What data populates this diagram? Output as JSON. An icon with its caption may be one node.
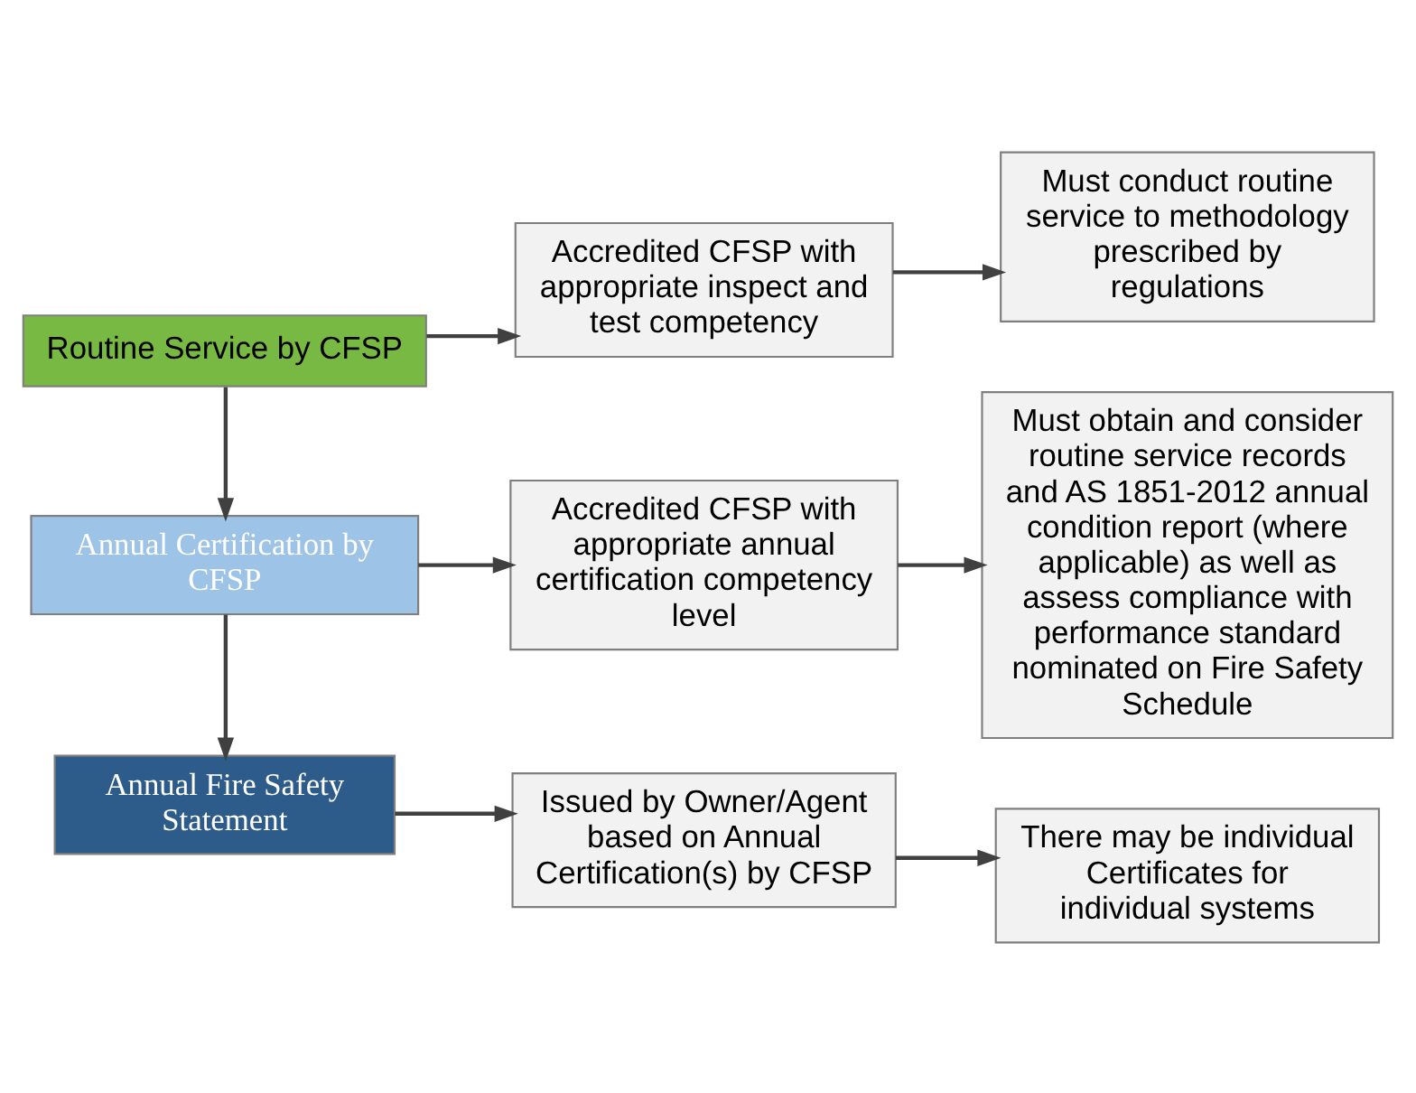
{
  "diagram": {
    "nodes": [
      {
        "text": [
          "Annual Fire Safety Statement"
        ]
      },
      {
        "text": [
          "Issued by Owner/Agent based on Annual Certification(s) by CFSP"
        ]
      },
      {
        "text": [
          "There may be individual Certificates for individual systems"
        ]
      },
      {
        "text": [
          "Annual Certification by CFSP"
        ]
      },
      {
        "text": [
          "Accredited CFSP with appropriate annual certification competency level"
        ]
      },
      {
        "text": [
          "Must obtain and consider routine service records and AS 1851-2012 annual condition report (where applicable) as well as assess compliance with performance standard nominated on Fire Safety Schedule"
        ]
      },
      {
        "text": [
          "Routine Service by CFSP"
        ]
      },
      {
        "text": [
          "Accredited CFSP with appropriate inspect and test competency"
        ]
      },
      {
        "text": [
          "Must conduct routine service to methodology prescribed by regulations"
        ]
      }
    ],
    "edges": [
      {
        "from": 0,
        "to": 1,
        "arrow": "to"
      },
      {
        "from": 1,
        "to": 2,
        "arrow": "to"
      },
      {
        "from": 3,
        "to": 0,
        "arrow": "to"
      },
      {
        "from": 3,
        "to": 4,
        "arrow": "to"
      },
      {
        "from": 4,
        "to": 5,
        "arrow": "to"
      },
      {
        "from": 6,
        "to": 3,
        "arrow": "to"
      },
      {
        "from": 6,
        "to": 7,
        "arrow": "to"
      },
      {
        "from": 7,
        "to": 8,
        "arrow": "to"
      }
    ]
  }
}
